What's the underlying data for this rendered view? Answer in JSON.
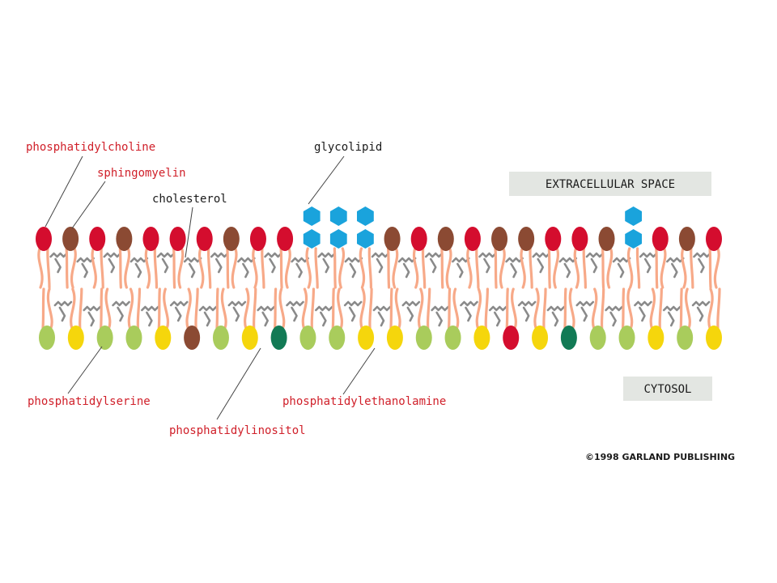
{
  "labels": {
    "phosphatidylcholine": "phosphatidylcholine",
    "sphingomyelin": "sphingomyelin",
    "cholesterol": "cholesterol",
    "glycolipid": "glycolipid",
    "phosphatidylserine": "phosphatidylserine",
    "phosphatidylinositol": "phosphatidylinositol",
    "phosphatidylethanolamine": "phosphatidylethanolamine"
  },
  "regions": {
    "extracellular": "EXTRACELLULAR SPACE",
    "cytosol": "CYTOSOL"
  },
  "copyright": "©1998 GARLAND PUBLISHING",
  "colors": {
    "label_red": "#d0202a",
    "label_dark": "#1a1a1a",
    "box_fill": "#e3e6e2",
    "phosphatidylcholine": "#d40d2e",
    "sphingomyelin": "#8b4a33",
    "glycolipid_sugar": "#1aa3dc",
    "phosphatidylserine": "#a9cc5c",
    "phosphatidylethanolamine": "#f5d60c",
    "phosphatidylinositol": "#127a55",
    "fatty_acid_tail": "#f7a988",
    "cholesterol": "#8a8a8a"
  },
  "outer_leaflet": [
    "PC",
    "SM",
    "PC",
    "SM",
    "PC",
    "PC",
    "PC",
    "SM",
    "PC",
    "PC",
    "GL",
    "GL",
    "GL",
    "SM",
    "PC",
    "SM",
    "PC",
    "SM",
    "SM",
    "PC",
    "PC",
    "SM",
    "GL",
    "PC",
    "SM",
    "PC"
  ],
  "inner_leaflet": [
    "PS",
    "PE",
    "PS",
    "PS",
    "PE",
    "SM",
    "PS",
    "PE",
    "PI",
    "PS",
    "PS",
    "PE",
    "PE",
    "PS",
    "PS",
    "PE",
    "PC",
    "PE",
    "PI",
    "PS",
    "PS",
    "PE",
    "PS",
    "PE"
  ]
}
